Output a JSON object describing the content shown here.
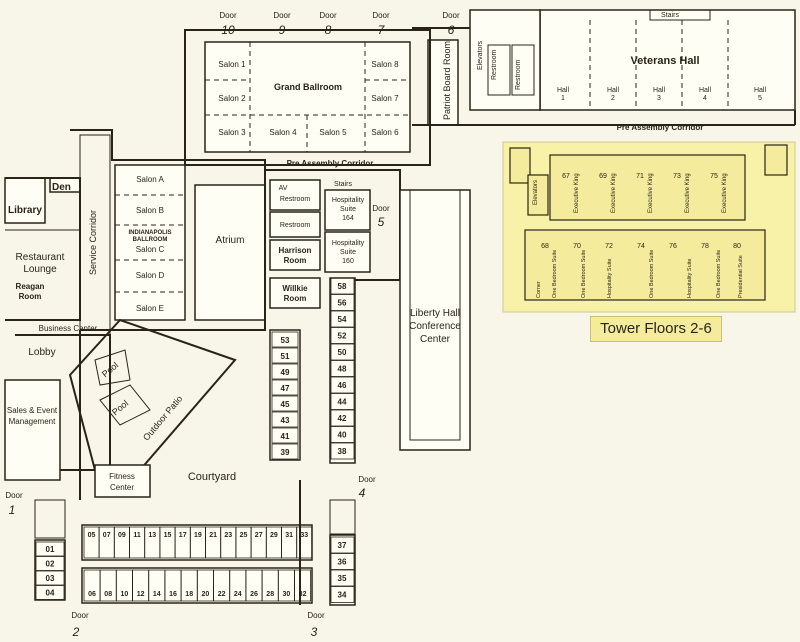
{
  "rooms": {
    "grand_ballroom": "Grand Ballroom",
    "salons_grand": [
      "Salon 1",
      "Salon 2",
      "Salon 3",
      "Salon 4",
      "Salon 5",
      "Salon 6",
      "Salon 7",
      "Salon 8"
    ],
    "veterans_hall": "Veterans Hall",
    "halls": [
      "1",
      "2",
      "3",
      "4",
      "5"
    ],
    "hall_word": "Hall",
    "patriot_board_room": "Patriot Board Room",
    "elevators": "Elevators",
    "restroom": "Restroom",
    "stairs": "Stairs",
    "pre_assembly_corridor": "Pre Assembly Corridor",
    "indianapolis_ballroom": [
      "INDIANAPOLIS",
      "BALLROOM"
    ],
    "salons_indy": [
      "Salon A",
      "Salon B",
      "Salon C",
      "Salon D",
      "Salon E"
    ],
    "atrium": "Atrium",
    "service_corridor": "Service Corridor",
    "den": "Den",
    "library": "Library",
    "restaurant_lounge": [
      "Restaurant",
      "Lounge"
    ],
    "reagan_room": [
      "Reagan",
      "Room"
    ],
    "business_center": "Business Center",
    "lobby": "Lobby",
    "pool": "Pool",
    "outdoor_patio": "Outdoor Patio",
    "sales_event": [
      "Sales & Event",
      "Management"
    ],
    "fitness_center": [
      "Fitness",
      "Center"
    ],
    "courtyard": "Courtyard",
    "av": "AV",
    "hospitality_164": [
      "Hospitality",
      "Suite",
      "164"
    ],
    "hospitality_160": [
      "Hospitality",
      "Suite",
      "160"
    ],
    "harrison_room": [
      "Harrison",
      "Room"
    ],
    "willkie_room": [
      "Willkie",
      "Room"
    ],
    "liberty_hall": [
      "Liberty Hall",
      "Conference",
      "Center"
    ]
  },
  "doors": {
    "label": "Door",
    "numbers": [
      "10",
      "9",
      "8",
      "7",
      "6",
      "5",
      "4",
      "3",
      "2",
      "1"
    ]
  },
  "guest_rooms": {
    "col_left": [
      "53",
      "51",
      "49",
      "47",
      "45",
      "43",
      "41",
      "39"
    ],
    "col_right": [
      "58",
      "56",
      "54",
      "52",
      "50",
      "48",
      "46",
      "44",
      "42",
      "40",
      "38"
    ],
    "col_south": [
      "37",
      "36",
      "35",
      "34"
    ],
    "west_stack": [
      "01",
      "02",
      "03",
      "04"
    ],
    "row_top": [
      "05",
      "07",
      "09",
      "11",
      "13",
      "15",
      "17",
      "19",
      "21",
      "23",
      "25",
      "27",
      "29",
      "31",
      "33"
    ],
    "row_bottom": [
      "06",
      "08",
      "10",
      "12",
      "14",
      "16",
      "18",
      "20",
      "22",
      "24",
      "26",
      "28",
      "30",
      "32"
    ]
  },
  "tower": {
    "label": "Tower Floors 2-6",
    "elevators": "Elevators",
    "top_rooms": [
      "67",
      "69",
      "71",
      "73",
      "75"
    ],
    "top_names": [
      "Executive King",
      "Executive King",
      "Executive King",
      "Executive King",
      "Executive King"
    ],
    "bottom_rooms": [
      "68",
      "70",
      "72",
      "74",
      "76",
      "78",
      "80"
    ],
    "bottom_names": [
      "Corner",
      "One Bedroom Suite",
      "One Bedroom Suite",
      "Hospitality Suite",
      "One Bedroom Suite",
      "Hospitality Suite",
      "One Bedroom Suite",
      "Presidential Suite"
    ]
  },
  "colors": {
    "background": "#f7f6e9",
    "tower_highlight": "#f4ec9c",
    "line": "#2a2418"
  }
}
